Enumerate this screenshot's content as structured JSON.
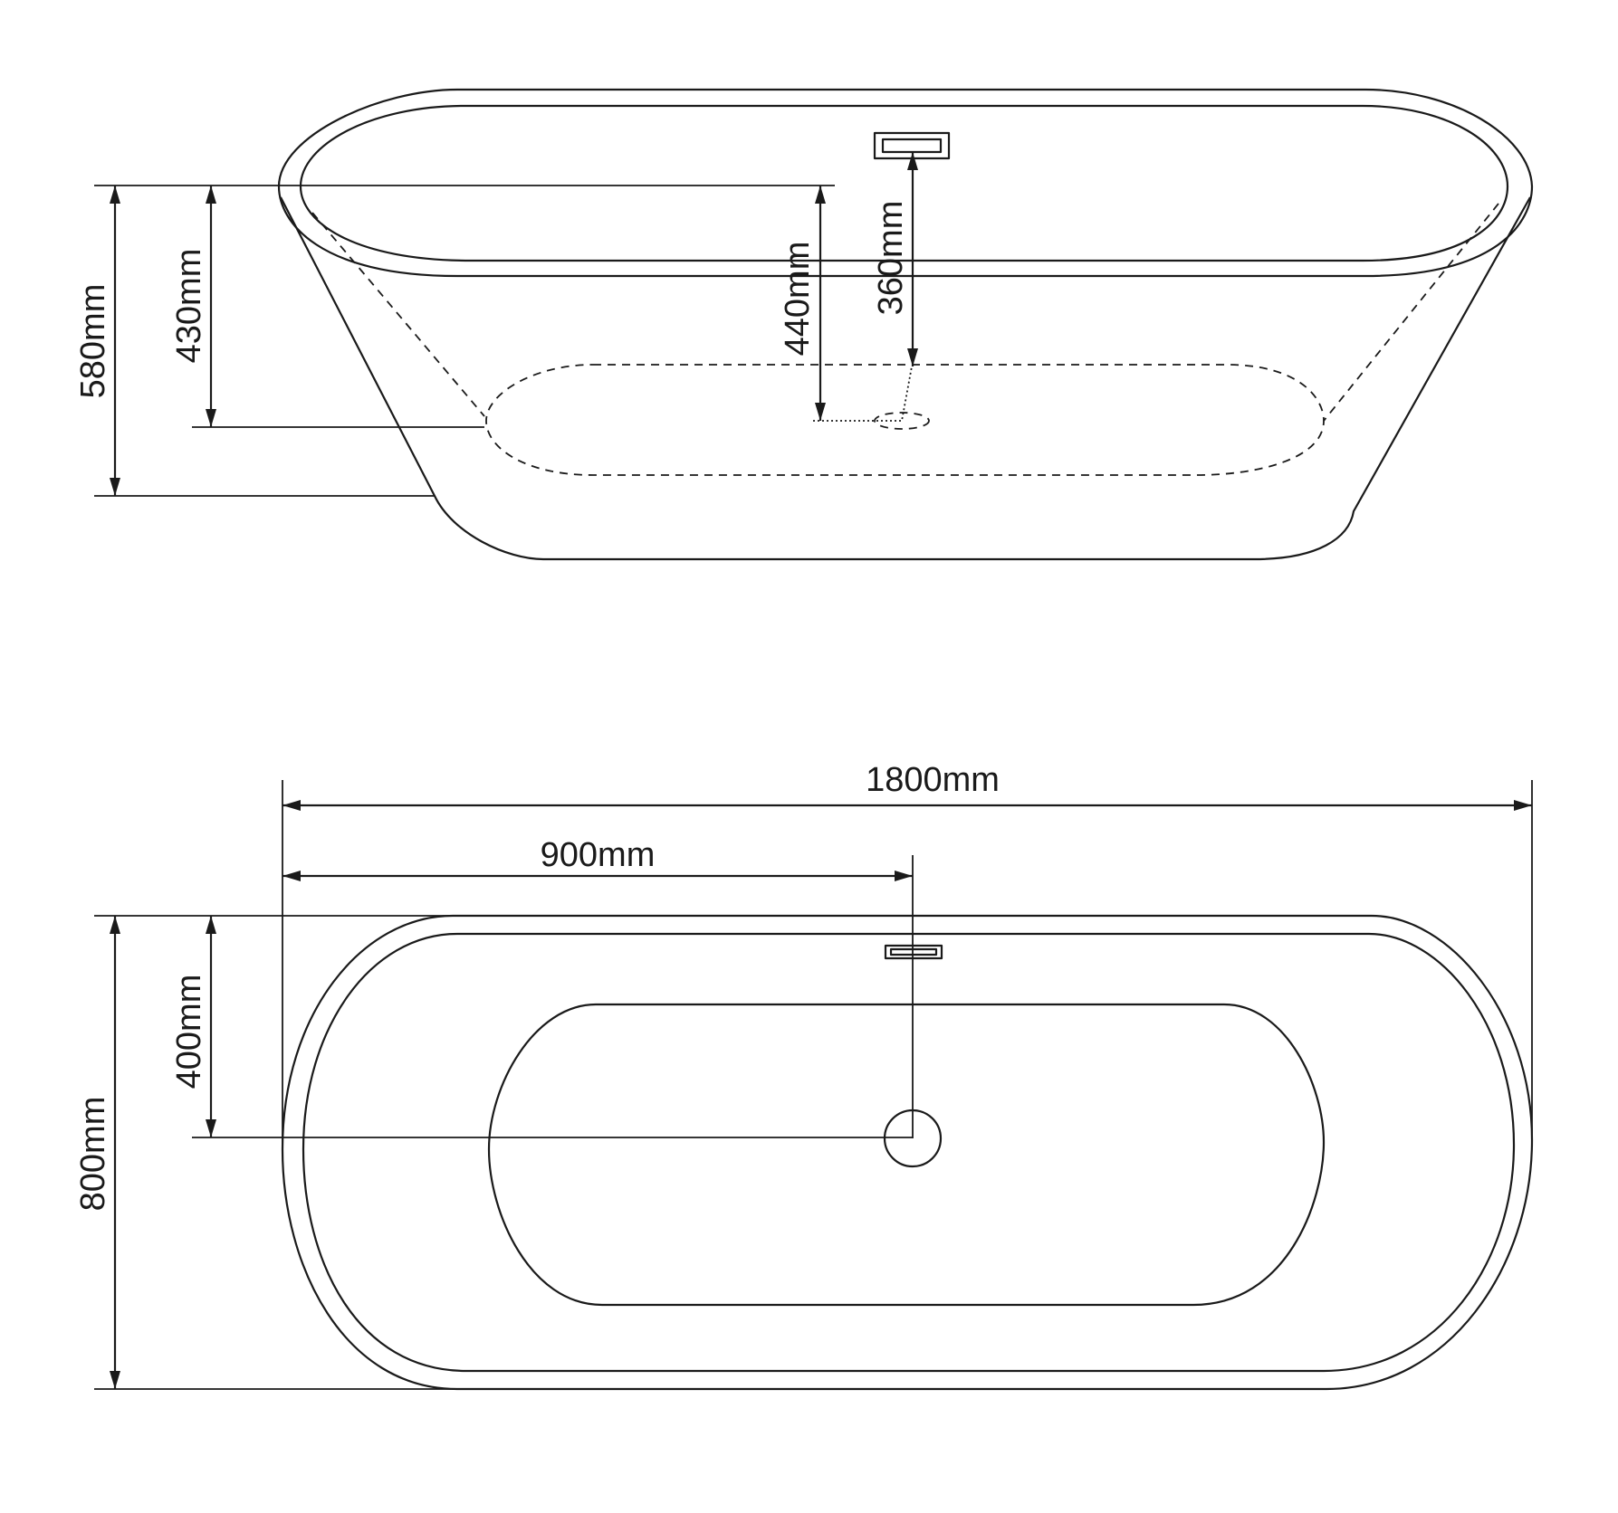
{
  "side_view": {
    "total_height": "580mm",
    "interior_depth": "430mm",
    "water_depth_to_drain": "440mm",
    "overflow_to_drain": "360mm"
  },
  "top_view": {
    "overall_length": "1800mm",
    "drain_offset_length": "900mm",
    "drain_offset_width": "400mm",
    "overall_width": "800mm"
  }
}
